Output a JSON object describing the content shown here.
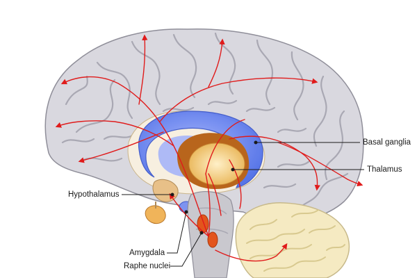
{
  "labels": {
    "basal_ganglia": "Basal ganglia",
    "thalamus": "Thalamus",
    "hypothalamus": "Hypothalamus",
    "amygdala": "Amygdala",
    "raphe_nuclei": "Raphe nuclei"
  },
  "colors": {
    "cortex_fill": "#d9d8df",
    "cortex_stroke": "#8f8e99",
    "sulcus": "#a9a8b3",
    "basal_ganglia": "#5f7df2",
    "thalamus": "#f2c86b",
    "thalamus_dark": "#b8651c",
    "cerebellum": "#f5eac2",
    "brainstem": "#c9c8ce",
    "pathway": "#e01b1b",
    "nuclei": "#e3551c",
    "leader_line": "#1a1a1a"
  },
  "icons": [
    "arrow-head-icon"
  ]
}
